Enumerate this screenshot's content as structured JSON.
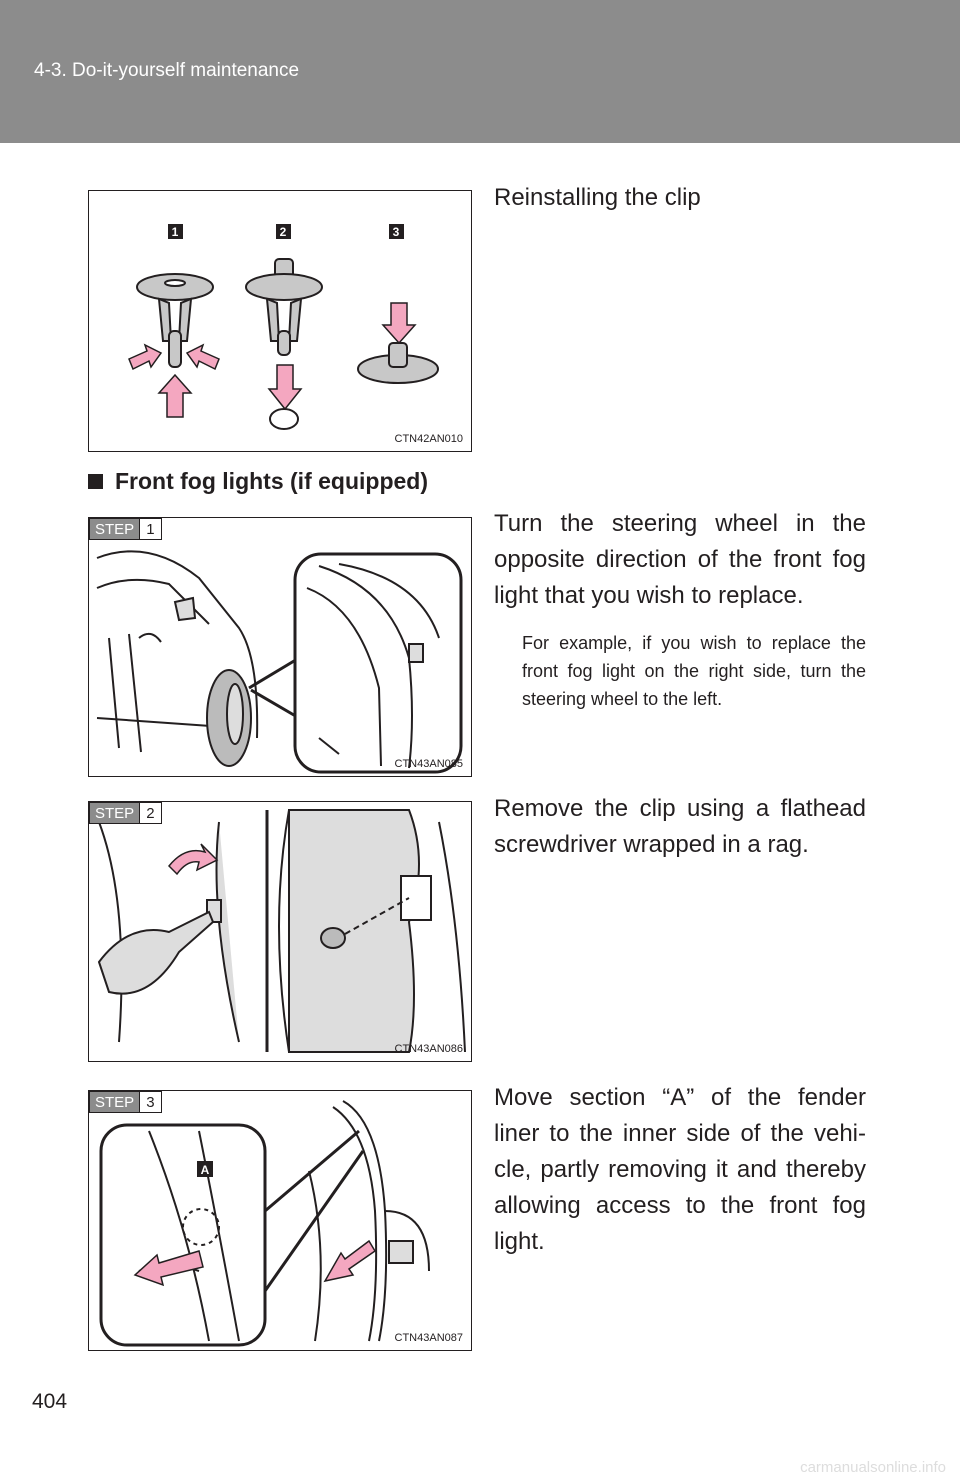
{
  "header": {
    "section_title": "4-3. Do-it-yourself maintenance"
  },
  "figures": {
    "clip": {
      "code": "CTN42AN010",
      "labels": [
        "1",
        "2",
        "3"
      ]
    },
    "step1": {
      "step_word": "STEP",
      "step_num": "1",
      "code": "CTN43AN085"
    },
    "step2": {
      "step_word": "STEP",
      "step_num": "2",
      "code": "CTN43AN086"
    },
    "step3": {
      "step_word": "STEP",
      "step_num": "3",
      "code": "CTN43AN087",
      "callout": "A"
    }
  },
  "content": {
    "reinstall": "Reinstalling the clip",
    "section_heading": "Front fog lights (if equipped)",
    "step1_text": "Turn the steering wheel in the opposite direction of the front fog light that you wish to replace.",
    "step1_note": "For example, if you wish to replace the front fog light on the right side, turn the steering wheel to the left.",
    "step2_text": "Remove the clip using a flathead screwdriver wrapped in a rag.",
    "step3_text": "Move section “A” of the fender liner to the inner side of the vehi-cle, partly removing it and thereby allowing access to the front fog light."
  },
  "footer": {
    "page_number": "404",
    "watermark": "carmanualsonline.info"
  },
  "colors": {
    "header_bg": "#8c8c8c",
    "arrow_pink": "#f4a7c0",
    "text": "#231f20"
  }
}
